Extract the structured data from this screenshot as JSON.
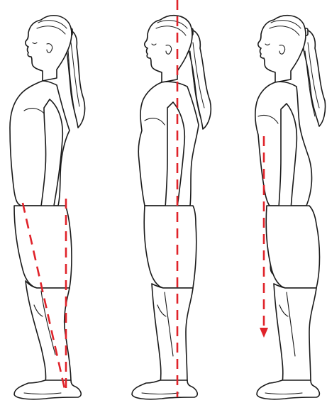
{
  "colors": {
    "guide_line": "#e0232a",
    "outline": "#1a1a1a",
    "background": "#ffffff"
  },
  "figures": [
    {
      "posture": "sway-back",
      "guide_lines": [
        "slanted-leg-line",
        "vertical-leg-line"
      ]
    },
    {
      "posture": "upright",
      "guide_lines": [
        "vertical-body-line"
      ]
    },
    {
      "posture": "lordosis",
      "guide_lines": [
        "downward-arrow-line"
      ]
    }
  ]
}
